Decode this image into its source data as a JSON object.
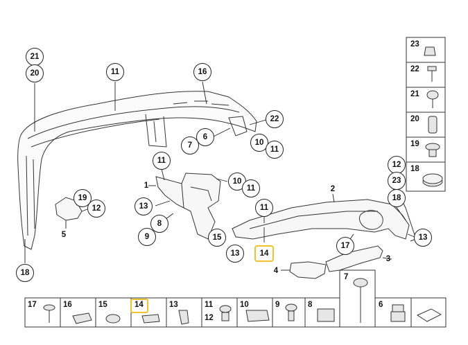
{
  "diagram": {
    "callouts": [
      {
        "id": "c21a",
        "text": "21"
      },
      {
        "id": "c20a",
        "text": "20"
      },
      {
        "id": "c11a",
        "text": "11"
      },
      {
        "id": "c16a",
        "text": "16"
      },
      {
        "id": "c22a",
        "text": "22"
      },
      {
        "id": "c6a",
        "text": "6"
      },
      {
        "id": "c7a",
        "text": "7"
      },
      {
        "id": "c10a",
        "text": "10"
      },
      {
        "id": "c11b",
        "text": "11"
      },
      {
        "id": "c11c",
        "text": "11"
      },
      {
        "id": "c10b",
        "text": "10"
      },
      {
        "id": "c11d",
        "text": "11"
      },
      {
        "id": "c13a",
        "text": "13"
      },
      {
        "id": "c8a",
        "text": "8"
      },
      {
        "id": "c9a",
        "text": "9"
      },
      {
        "id": "c19a",
        "text": "19"
      },
      {
        "id": "c12a",
        "text": "12"
      },
      {
        "id": "c11e",
        "text": "11"
      },
      {
        "id": "c15a",
        "text": "15"
      },
      {
        "id": "c13b",
        "text": "13"
      },
      {
        "id": "c14a",
        "text": "14",
        "highlight": true
      },
      {
        "id": "c12b",
        "text": "12"
      },
      {
        "id": "c23a",
        "text": "23"
      },
      {
        "id": "c18a",
        "text": "18"
      },
      {
        "id": "c17a",
        "text": "17"
      },
      {
        "id": "c13c",
        "text": "13"
      },
      {
        "id": "c18b",
        "text": "18"
      }
    ],
    "labels": [
      {
        "id": "l1",
        "text": "1"
      },
      {
        "id": "l2",
        "text": "2"
      },
      {
        "id": "l3",
        "text": "3"
      },
      {
        "id": "l4",
        "text": "4"
      },
      {
        "id": "l5",
        "text": "5"
      }
    ]
  },
  "side_legend": [
    {
      "num": "23",
      "icon": "clip-nut-icon"
    },
    {
      "num": "22",
      "icon": "hex-bolt-icon"
    },
    {
      "num": "21",
      "icon": "expanding-rivet-icon"
    },
    {
      "num": "20",
      "icon": "spacer-sleeve-icon"
    },
    {
      "num": "19",
      "icon": "plug-rivet-icon"
    },
    {
      "num": "18",
      "icon": "grommet-ring-icon"
    }
  ],
  "bottom_legend": [
    {
      "num": "17",
      "icon": "screw-icon"
    },
    {
      "num": "16",
      "icon": "spring-clip-icon"
    },
    {
      "num": "15",
      "icon": "grommet-icon"
    },
    {
      "num": "14",
      "icon": "clip-icon",
      "highlight": true
    },
    {
      "num": "13",
      "icon": "bracket-clip-icon"
    },
    {
      "num": "11",
      "num2": "12",
      "icon": "rivet-icon"
    },
    {
      "num": "10",
      "icon": "clamp-nut-icon"
    },
    {
      "num": "9",
      "icon": "plug-icon"
    },
    {
      "num": "8",
      "icon": "sheet-nut-icon"
    },
    {
      "num": "7",
      "icon": "long-bolt-icon"
    },
    {
      "num": "6",
      "icon": "hex-nut-icon"
    },
    {
      "num": "",
      "icon": "bracket-shape-icon"
    }
  ]
}
